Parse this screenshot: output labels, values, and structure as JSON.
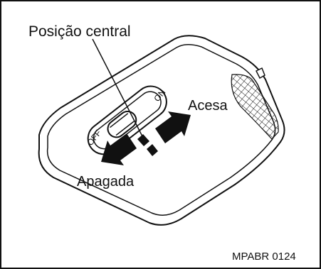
{
  "labels": {
    "center_position": "Posição central",
    "on_state": "Acesa",
    "off_state": "Apagada",
    "figure_code": "MPABR 0124"
  },
  "switch_text": {
    "on": "ON",
    "off": "OFF"
  },
  "colors": {
    "ink": "#111111",
    "background": "#ffffff"
  }
}
